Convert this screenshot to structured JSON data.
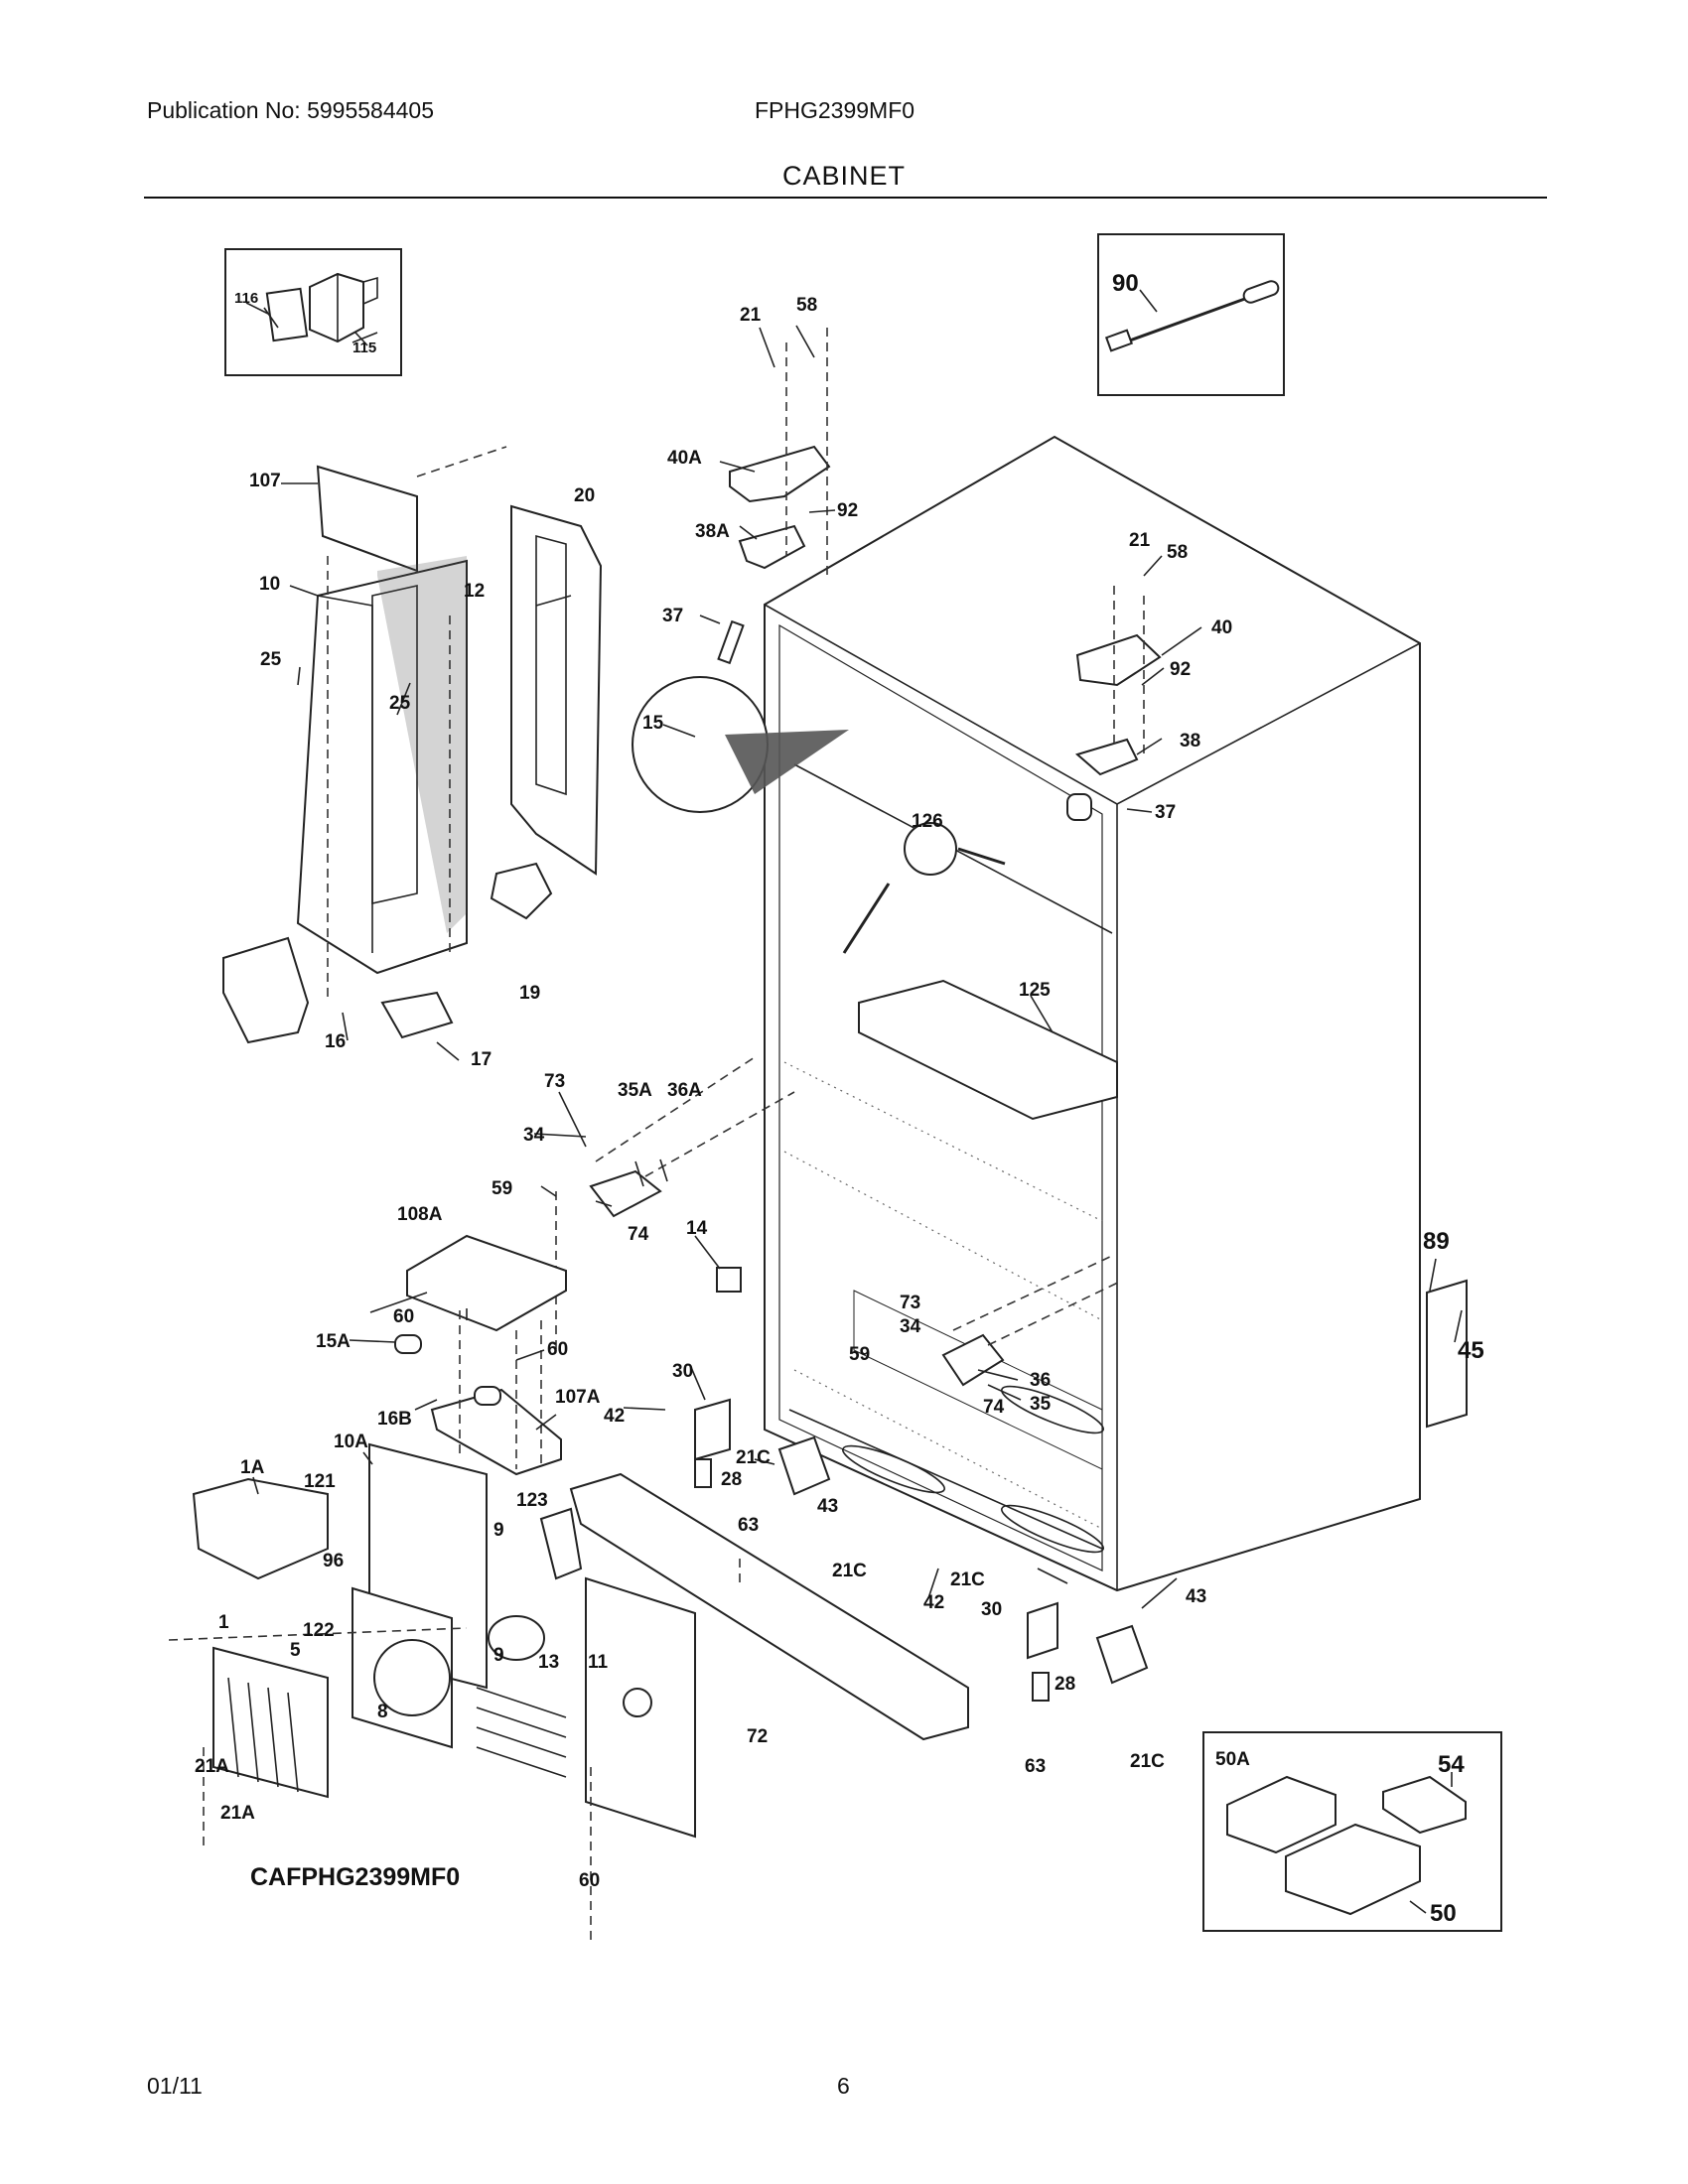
{
  "header": {
    "publication": "Publication No: 5995584405",
    "model": "FPHG2399MF0",
    "section_title": "CABINET"
  },
  "footer": {
    "date": "01/11",
    "page_number": "6"
  },
  "drawing_id": "CAFPHG2399MF0",
  "callouts": [
    "116",
    "115",
    "90",
    "21",
    "58",
    "107",
    "20",
    "40A",
    "92",
    "38A",
    "10",
    "12",
    "37",
    "25",
    "40",
    "15",
    "38",
    "126",
    "19",
    "125",
    "16",
    "17",
    "73",
    "35A",
    "36A",
    "34",
    "59",
    "74",
    "108A",
    "14",
    "89",
    "60",
    "15A",
    "45",
    "107A",
    "30",
    "42",
    "16B",
    "36",
    "35",
    "1A",
    "10A",
    "21C",
    "28",
    "63",
    "121",
    "123",
    "9",
    "96",
    "43",
    "122",
    "1",
    "5",
    "13",
    "11",
    "8",
    "21A",
    "72",
    "50A",
    "54",
    "50"
  ]
}
